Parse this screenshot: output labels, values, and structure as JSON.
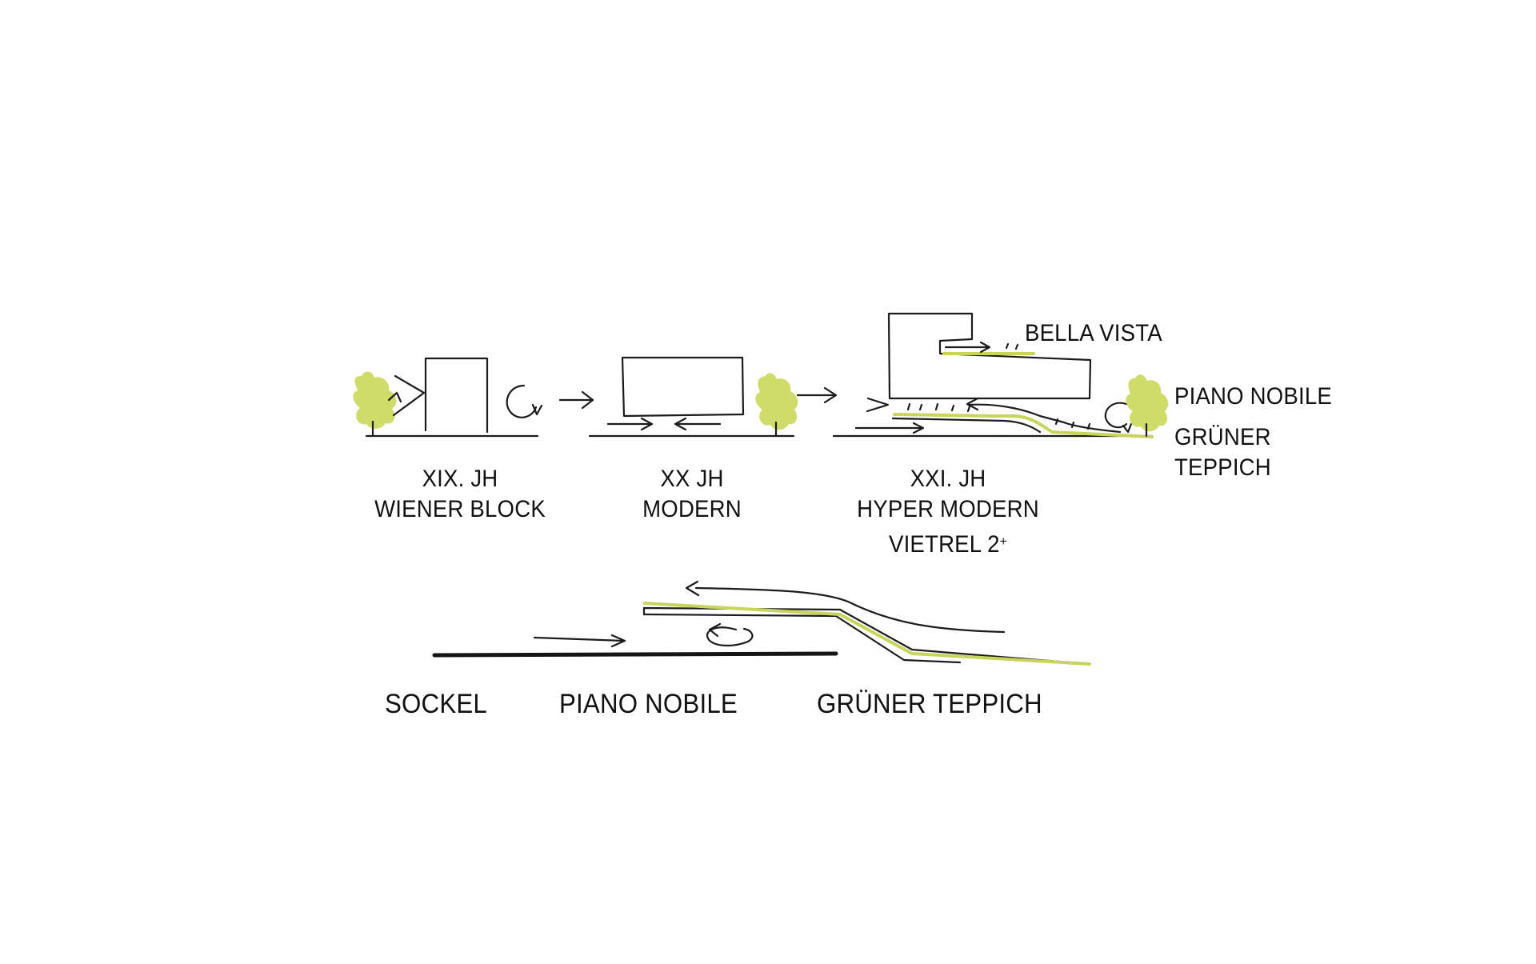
{
  "colors": {
    "accent_green": "#c8d45a",
    "tree_green": "#cfdc6a",
    "ink": "#1c1c1c",
    "background": "#ffffff"
  },
  "stages": [
    {
      "line1": "XIX. JH",
      "line2": "WIENER BLOCK",
      "line3": ""
    },
    {
      "line1": "XX JH",
      "line2": "MODERN",
      "line3": ""
    },
    {
      "line1": "XXI. JH",
      "line2": "HYPER MODERN",
      "line3": "VIETREL 2",
      "line3_sup": "+"
    }
  ],
  "side_labels": {
    "bella_vista": "BELLA VISTA",
    "piano_nobile": "PIANO NOBILE",
    "gruner_line1": "GRÜNER",
    "gruner_line2": "TEPPICH"
  },
  "section_labels": {
    "sockel": "SOCKEL",
    "piano_nobile": "PIANO NOBILE",
    "gruner_teppich": "GRÜNER TEPPICH"
  }
}
